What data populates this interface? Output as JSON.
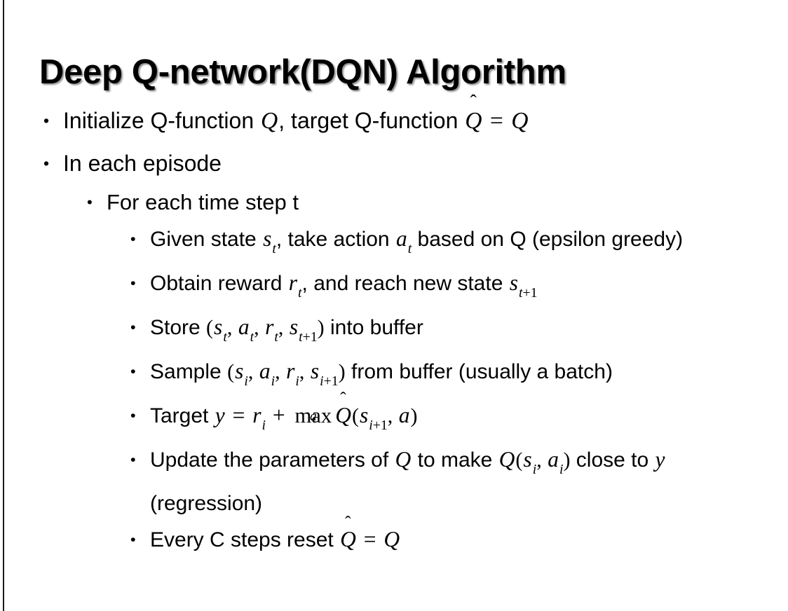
{
  "slide": {
    "title": "Deep Q-network(DQN) Algorithm",
    "background_color": "#ffffff",
    "text_color": "#000000",
    "accent_rule_color": "#1a1a1a",
    "bullet_glyph": "•"
  },
  "content": {
    "bullets": [
      {
        "level": 1,
        "plain_text": "Initialize Q-function Q, target Q-function Q̂ = Q",
        "segments": [
          {
            "kind": "text",
            "value": "Initialize Q-function "
          },
          {
            "kind": "math-italic",
            "value": "Q"
          },
          {
            "kind": "text",
            "value": ", target Q-function "
          },
          {
            "kind": "math-hat",
            "value": "Q"
          },
          {
            "kind": "math-op",
            "value": "="
          },
          {
            "kind": "math-italic",
            "value": "Q"
          }
        ]
      },
      {
        "level": 1,
        "plain_text": "In each episode",
        "segments": [
          {
            "kind": "text",
            "value": "In each episode"
          }
        ]
      },
      {
        "level": 2,
        "plain_text": "For each time step t",
        "segments": [
          {
            "kind": "text",
            "value": "For each time step t"
          }
        ]
      },
      {
        "level": 3,
        "plain_text": "Given state s_t, take action a_t based on Q (epsilon greedy)",
        "segments": [
          {
            "kind": "text",
            "value": "Given state "
          },
          {
            "kind": "math-sub",
            "base": "s",
            "sub": "t"
          },
          {
            "kind": "text",
            "value": ", take action "
          },
          {
            "kind": "math-sub",
            "base": "a",
            "sub": "t"
          },
          {
            "kind": "text",
            "value": " based on Q (epsilon greedy)"
          }
        ]
      },
      {
        "level": 3,
        "plain_text": "Obtain reward r_t, and reach new state s_t+1",
        "segments": [
          {
            "kind": "text",
            "value": "Obtain reward "
          },
          {
            "kind": "math-sub",
            "base": "r",
            "sub": "t"
          },
          {
            "kind": "text",
            "value": ", and reach new state "
          },
          {
            "kind": "math-sub",
            "base": "s",
            "sub": "t+1"
          }
        ]
      },
      {
        "level": 3,
        "plain_text": "Store (s_t, a_t, r_t, s_t+1) into buffer",
        "segments": [
          {
            "kind": "text",
            "value": "Store "
          },
          {
            "kind": "paren",
            "value": "("
          },
          {
            "kind": "math-sub",
            "base": "s",
            "sub": "t"
          },
          {
            "kind": "paren",
            "value": ", "
          },
          {
            "kind": "math-sub",
            "base": "a",
            "sub": "t"
          },
          {
            "kind": "paren",
            "value": ", "
          },
          {
            "kind": "math-sub",
            "base": "r",
            "sub": "t"
          },
          {
            "kind": "paren",
            "value": ", "
          },
          {
            "kind": "math-sub",
            "base": "s",
            "sub": "t+1"
          },
          {
            "kind": "paren",
            "value": ")"
          },
          {
            "kind": "text",
            "value": " into buffer"
          }
        ]
      },
      {
        "level": 3,
        "plain_text": "Sample (s_i, a_i, r_i, s_i+1) from buffer (usually a batch)",
        "segments": [
          {
            "kind": "text",
            "value": "Sample "
          },
          {
            "kind": "paren",
            "value": "("
          },
          {
            "kind": "math-sub",
            "base": "s",
            "sub": "i"
          },
          {
            "kind": "paren",
            "value": ", "
          },
          {
            "kind": "math-sub",
            "base": "a",
            "sub": "i"
          },
          {
            "kind": "paren",
            "value": ", "
          },
          {
            "kind": "math-sub",
            "base": "r",
            "sub": "i"
          },
          {
            "kind": "paren",
            "value": ", "
          },
          {
            "kind": "math-sub",
            "base": "s",
            "sub": "i+1"
          },
          {
            "kind": "paren",
            "value": ")"
          },
          {
            "kind": "text",
            "value": " from buffer (usually a batch)"
          }
        ]
      },
      {
        "level": 3,
        "plain_text": "Target y = r_i + max_a Q̂(s_i+1, a)",
        "segments": [
          {
            "kind": "text",
            "value": "Target "
          },
          {
            "kind": "math-italic",
            "value": "y"
          },
          {
            "kind": "math-op",
            "value": "="
          },
          {
            "kind": "math-sub",
            "base": "r",
            "sub": "i"
          },
          {
            "kind": "math-op",
            "value": "+"
          },
          {
            "kind": "math-max",
            "value": "max",
            "limit": "a"
          },
          {
            "kind": "math-hat",
            "value": "Q"
          },
          {
            "kind": "paren",
            "value": "("
          },
          {
            "kind": "math-sub",
            "base": "s",
            "sub": "i+1"
          },
          {
            "kind": "paren",
            "value": ", "
          },
          {
            "kind": "math-italic",
            "value": "a"
          },
          {
            "kind": "paren",
            "value": ")"
          }
        ]
      },
      {
        "level": 3,
        "plain_text": "Update the parameters of Q to make Q(s_i, a_i) close to y (regression)",
        "segments": [
          {
            "kind": "text",
            "value": "Update the parameters of "
          },
          {
            "kind": "math-italic",
            "value": "Q"
          },
          {
            "kind": "text",
            "value": " to make "
          },
          {
            "kind": "math-italic",
            "value": "Q"
          },
          {
            "kind": "paren",
            "value": "("
          },
          {
            "kind": "math-sub",
            "base": "s",
            "sub": "i"
          },
          {
            "kind": "paren",
            "value": ", "
          },
          {
            "kind": "math-sub",
            "base": "a",
            "sub": "i"
          },
          {
            "kind": "paren",
            "value": ")"
          },
          {
            "kind": "text",
            "value": " close to "
          },
          {
            "kind": "math-italic",
            "value": "y"
          },
          {
            "kind": "text",
            "value": " (regression)"
          }
        ]
      },
      {
        "level": 3,
        "plain_text": "Every C steps reset Q̂ = Q",
        "segments": [
          {
            "kind": "text",
            "value": "Every C steps reset "
          },
          {
            "kind": "math-hat",
            "value": "Q"
          },
          {
            "kind": "math-op",
            "value": "="
          },
          {
            "kind": "math-italic",
            "value": "Q"
          }
        ]
      }
    ]
  }
}
